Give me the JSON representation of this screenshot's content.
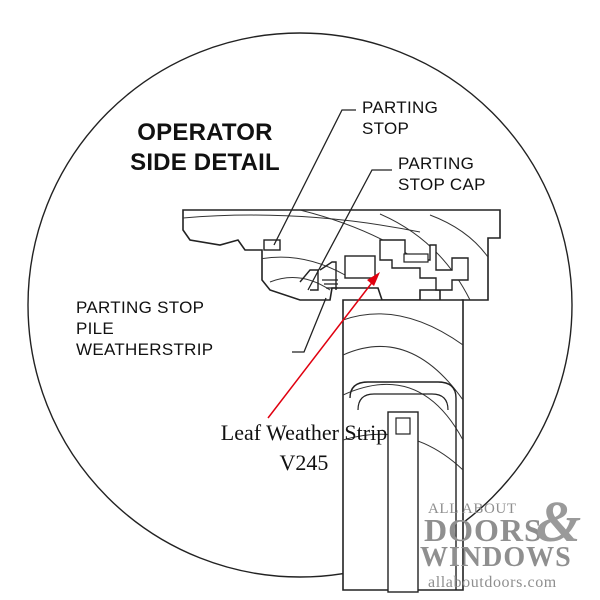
{
  "title_lines": [
    "OPERATOR",
    "SIDE DETAIL"
  ],
  "callouts": {
    "parting_stop": [
      "PARTING",
      "STOP"
    ],
    "parting_stop_cap": [
      "PARTING",
      "STOP CAP"
    ],
    "parting_stop_pile": [
      "PARTING STOP",
      "PILE",
      "WEATHERSTRIP"
    ]
  },
  "annotation": {
    "name": "Leaf Weather Strip",
    "part_number": "V245",
    "color": "#e0000f"
  },
  "watermark": {
    "line1": "ALL ABOUT",
    "line2": "DOORS",
    "ampersand": "&",
    "line3": "WINDOWS",
    "url": "allaboutdoors.com",
    "color": "#8f8f8f"
  }
}
